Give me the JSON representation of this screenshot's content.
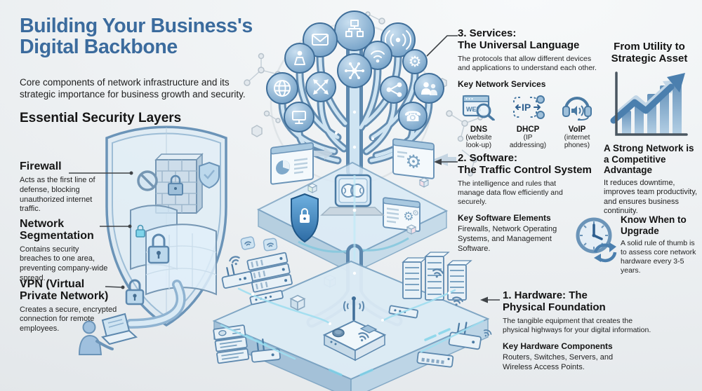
{
  "header": {
    "title": "Building Your Business's Digital Backbone",
    "subtitle": "Core components of network infrastructure and its strategic importance for business growth and security."
  },
  "security": {
    "heading": "Essential Security Layers",
    "items": [
      {
        "title": "Firewall",
        "desc": "Acts as the first line of defense, blocking unauthorized internet traffic."
      },
      {
        "title": "Network Segmentation",
        "desc": "Contains security breaches to one area, preventing company-wide spread."
      },
      {
        "title": "VPN (Virtual Private Network)",
        "desc": "Creates a secure, encrypted connection for remote employees."
      }
    ]
  },
  "sections": {
    "services": {
      "kicker": "3. Services:",
      "title": "The Universal Language",
      "desc": "The protocols that allow different devices and applications to understand each other.",
      "key_heading": "Key Network Services",
      "items": [
        {
          "name": "DNS",
          "caption": "(website look-up)",
          "icon": "web-search-icon",
          "icon_text": "WEB"
        },
        {
          "name": "DHCP",
          "caption": "(IP addressing)",
          "icon": "ip-addressing-icon",
          "icon_text": "IP"
        },
        {
          "name": "VoIP",
          "caption": "(internet phones)",
          "icon": "headset-icon"
        }
      ]
    },
    "software": {
      "kicker": "2. Software:",
      "title": "The Traffic Control System",
      "desc": "The intelligence and rules that manage data flow efficiently and securely.",
      "key_heading": "Key Software Elements",
      "key_items": "Firewalls, Network Operating Systems, and Management Software."
    },
    "hardware": {
      "title": "1. Hardware: The Physical Foundation",
      "desc": "The tangible equipment that creates the physical highways for your digital information.",
      "key_heading": "Key Hardware Components",
      "key_items": "Routers, Switches, Servers, and Wireless Access Points."
    }
  },
  "aside": {
    "heading": "From Utility to Strategic Asset",
    "advantage_title": "A Strong Network is a Competitive Advantage",
    "advantage_desc": "It reduces downtime, improves team productivity, and ensures business continuity.",
    "upgrade_title": "Know When to Upgrade",
    "upgrade_desc": "A solid rule of thumb is to assess core network hardware every 3-5 years."
  },
  "colors": {
    "title_blue": "#3b6b9d",
    "icon_blue": "#4a7aa3",
    "icon_fill": "#a9c9e0",
    "accent_cyan": "#8fd9ec",
    "text_dark": "#1c1c1c"
  }
}
